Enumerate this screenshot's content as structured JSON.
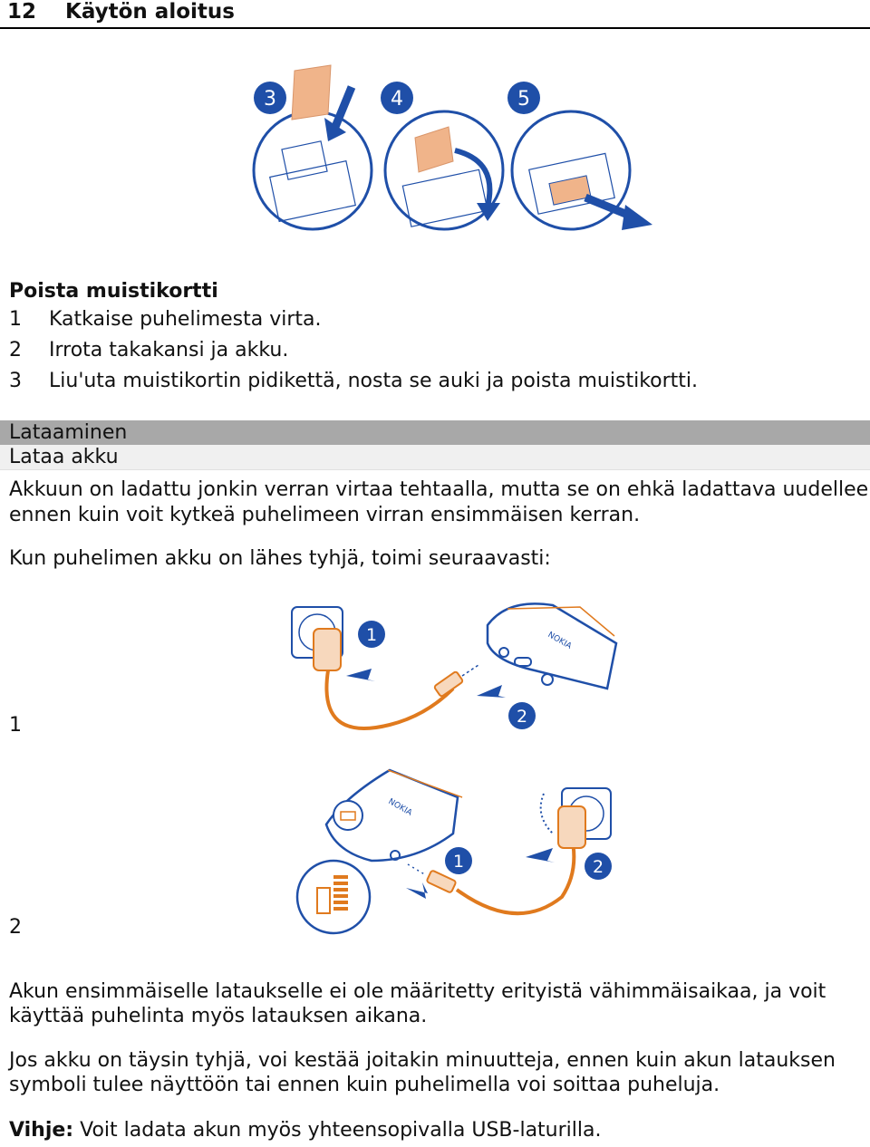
{
  "header": {
    "page_number": "12",
    "chapter_title": "Käytön aloitus"
  },
  "figure_top": {
    "step_badges": [
      "3",
      "4",
      "5"
    ]
  },
  "remove_card": {
    "title": "Poista muistikortti",
    "steps": [
      {
        "n": "1",
        "text": "Katkaise puhelimesta virta."
      },
      {
        "n": "2",
        "text": "Irrota takakansi ja akku."
      },
      {
        "n": "3",
        "text": "Liu'uta muistikortin pidikettä, nosta se auki ja poista muistikortti."
      }
    ]
  },
  "charging": {
    "section_title": "Lataaminen",
    "subsection_title": "Lataa akku",
    "para1_line1": "Akkuun on ladattu jonkin verran virtaa tehtaalla, mutta se on ehkä ladattava uudelleen,",
    "para1_line2": "ennen kuin voit kytkeä puhelimeen virran ensimmäisen kerran.",
    "para2": "Kun puhelimen akku on lähes tyhjä, toimi seuraavasti:",
    "step1_label": "1",
    "step2_label": "2",
    "fig1_badges": [
      "1",
      "2"
    ],
    "fig2_badges": [
      "1",
      "2"
    ],
    "phone_brand": "NOKIA",
    "para3_line1": "Akun ensimmäiselle lataukselle ei ole määritetty erityistä vähimmäisaikaa, ja voit",
    "para3_line2": "käyttää puhelinta myös latauksen aikana.",
    "para4_line1": "Jos akku on täysin tyhjä, voi kestää joitakin minuutteja, ennen kuin akun latauksen",
    "para4_line2": "symboli tulee näyttöön tai ennen kuin puhelimella voi soittaa puheluja.",
    "tip_label": "Vihje:",
    "tip_text": " Voit ladata akun myös yhteensopivalla USB-laturilla."
  },
  "colors": {
    "accent_blue": "#1f4fa8",
    "cable_orange": "#e07a1e",
    "band_gray": "#a8a8a8"
  }
}
